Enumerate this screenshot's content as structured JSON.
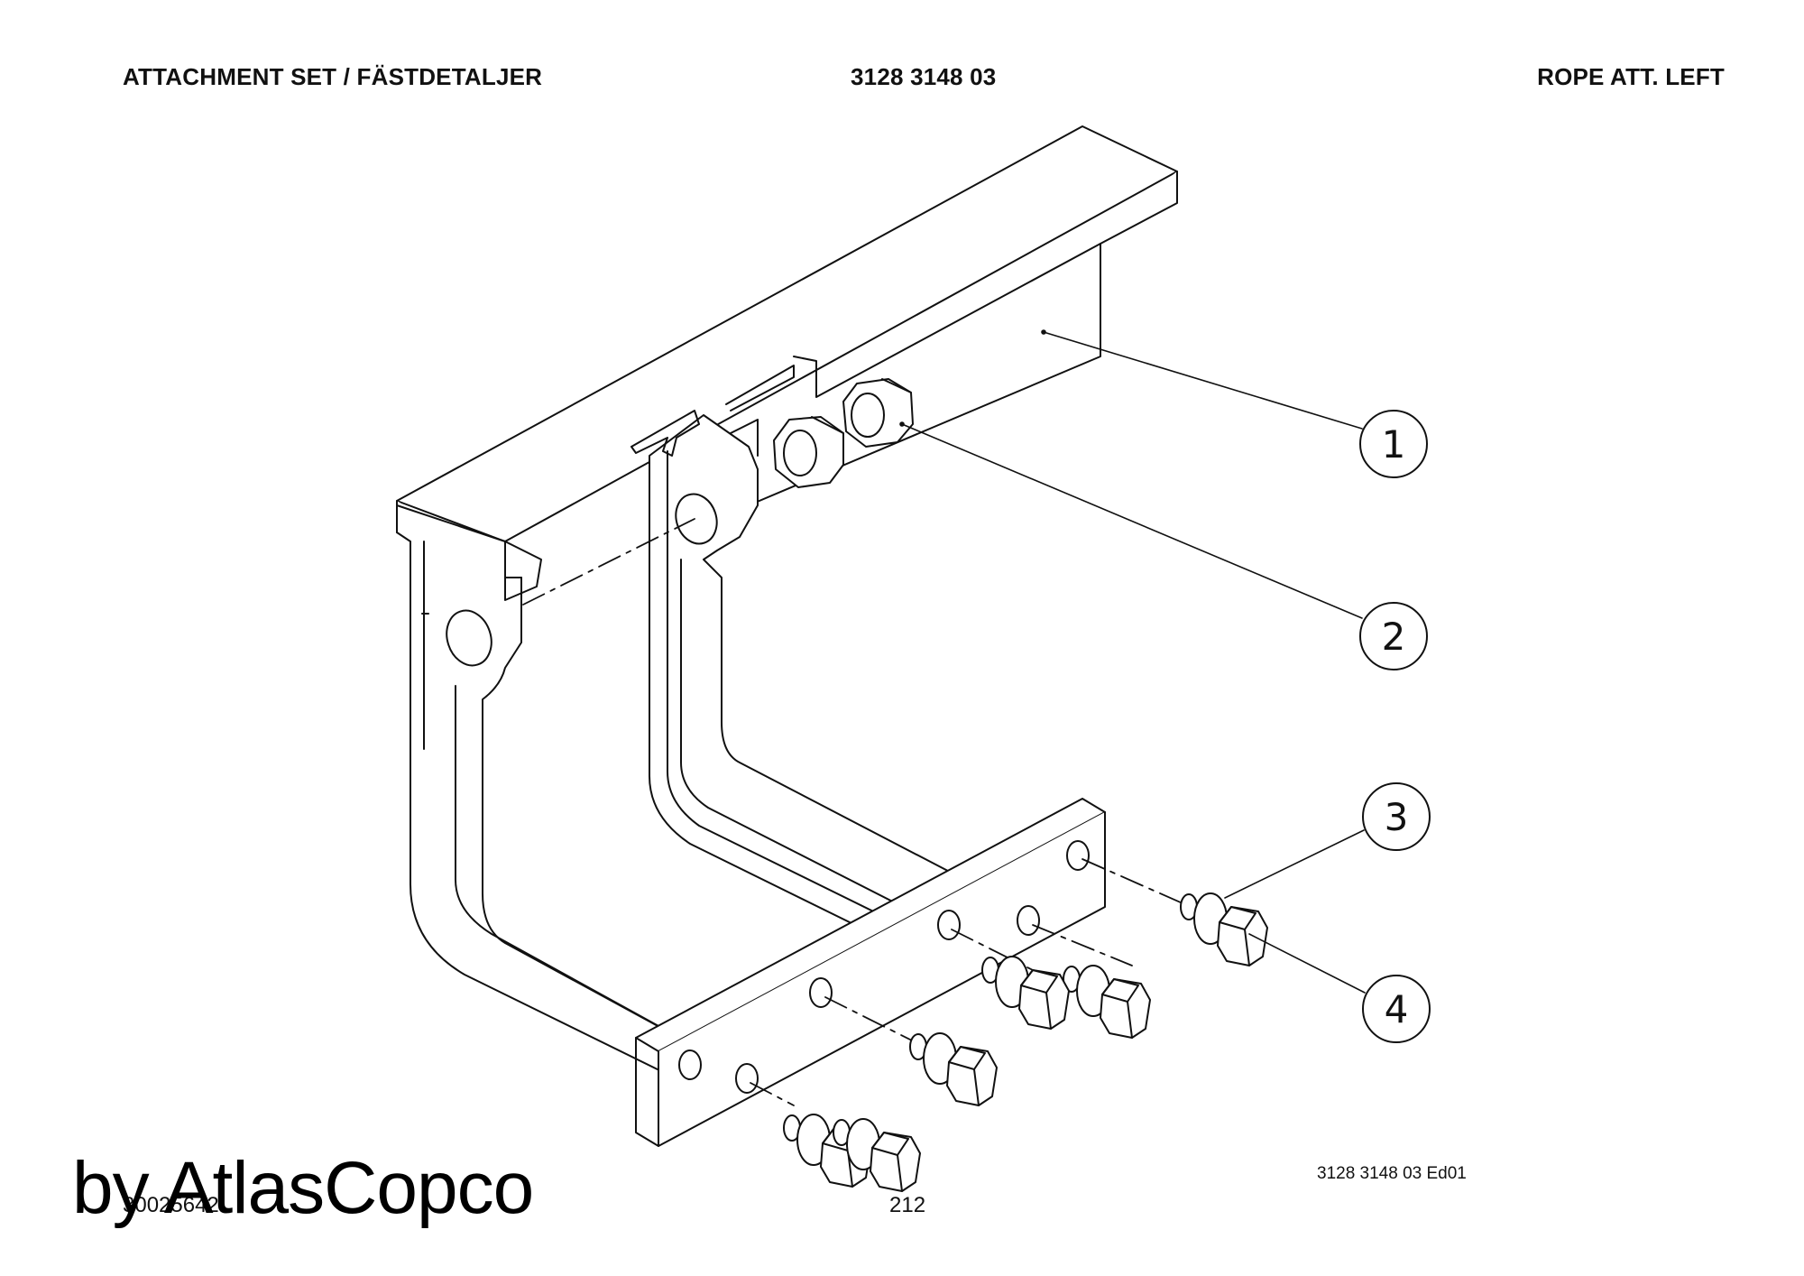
{
  "header": {
    "left_title": "ATTACHMENT SET / FÄSTDETALJER",
    "center_title": "3128 3148 03",
    "right_title": "ROPE ATT. LEFT"
  },
  "callouts": [
    "1",
    "2",
    "3",
    "4"
  ],
  "footer": {
    "edition": "3128 3148 03 Ed01",
    "page_number": "212",
    "document_code": "30025642",
    "watermark": "by AtlasCopco"
  }
}
